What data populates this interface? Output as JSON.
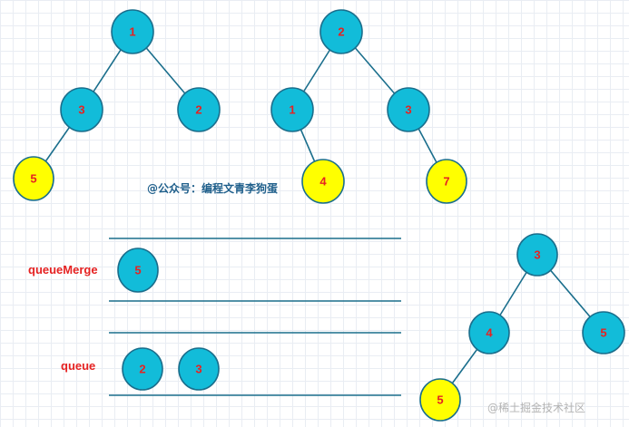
{
  "colors": {
    "node_fill": "#12bcd9",
    "highlight_fill": "#ffff00",
    "node_stroke": "#1a6e8c",
    "edge": "#1a6e8c",
    "label_text": "#e52222",
    "author_text": "#1f5f8b",
    "watermark_text": "#b3b3b3"
  },
  "author_note": "@公众号：编程文青李狗蛋",
  "watermark": "@稀土掘金技术社区",
  "trees": [
    {
      "name": "tree1",
      "nodes": [
        {
          "id": "t1-root",
          "label": "1",
          "highlight": false
        },
        {
          "id": "t1-left",
          "label": "3",
          "highlight": false
        },
        {
          "id": "t1-right",
          "label": "2",
          "highlight": false
        },
        {
          "id": "t1-left-left",
          "label": "5",
          "highlight": true
        }
      ],
      "edges": [
        [
          "t1-root",
          "t1-left"
        ],
        [
          "t1-root",
          "t1-right"
        ],
        [
          "t1-left",
          "t1-left-left"
        ]
      ]
    },
    {
      "name": "tree2",
      "nodes": [
        {
          "id": "t2-root",
          "label": "2",
          "highlight": false
        },
        {
          "id": "t2-left",
          "label": "1",
          "highlight": false
        },
        {
          "id": "t2-right",
          "label": "3",
          "highlight": false
        },
        {
          "id": "t2-left-right",
          "label": "4",
          "highlight": true
        },
        {
          "id": "t2-right-right",
          "label": "7",
          "highlight": true
        }
      ],
      "edges": [
        [
          "t2-root",
          "t2-left"
        ],
        [
          "t2-root",
          "t2-right"
        ],
        [
          "t2-left",
          "t2-left-right"
        ],
        [
          "t2-right",
          "t2-right-right"
        ]
      ]
    },
    {
      "name": "result-tree",
      "nodes": [
        {
          "id": "r-root",
          "label": "3",
          "highlight": false
        },
        {
          "id": "r-left",
          "label": "4",
          "highlight": false
        },
        {
          "id": "r-right",
          "label": "5",
          "highlight": false
        },
        {
          "id": "r-left-left",
          "label": "5",
          "highlight": true
        }
      ],
      "edges": [
        [
          "r-root",
          "r-left"
        ],
        [
          "r-root",
          "r-right"
        ],
        [
          "r-left",
          "r-left-left"
        ]
      ]
    }
  ],
  "queues": [
    {
      "name": "queueMerge",
      "label": "queueMerge",
      "items": [
        "5"
      ]
    },
    {
      "name": "queue",
      "label": "queue",
      "items": [
        "2",
        "3"
      ]
    }
  ]
}
